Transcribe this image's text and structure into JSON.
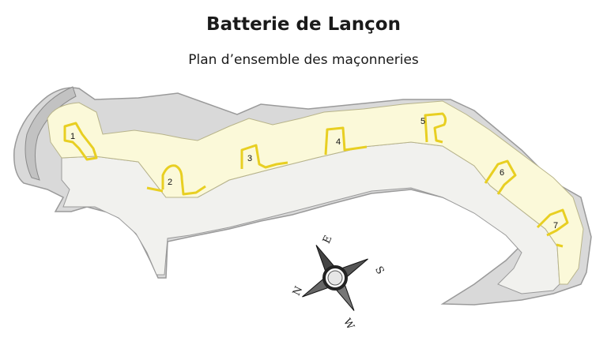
{
  "title": "Batterie de Lançon",
  "subtitle": "Plan d’ensemble des maçonneries",
  "casemates": [
    "1",
    "2",
    "3",
    "4",
    "5",
    "6",
    "7"
  ],
  "compass": {
    "north": "N",
    "east": "E",
    "south": "S",
    "west": "W"
  },
  "colors": {
    "rock": "#d9d9d9",
    "rock_outline": "#9a9a9a",
    "terreplein": "#f1f1ee",
    "masonry_area": "#fbf9d9",
    "walls": "#e8cf22"
  }
}
